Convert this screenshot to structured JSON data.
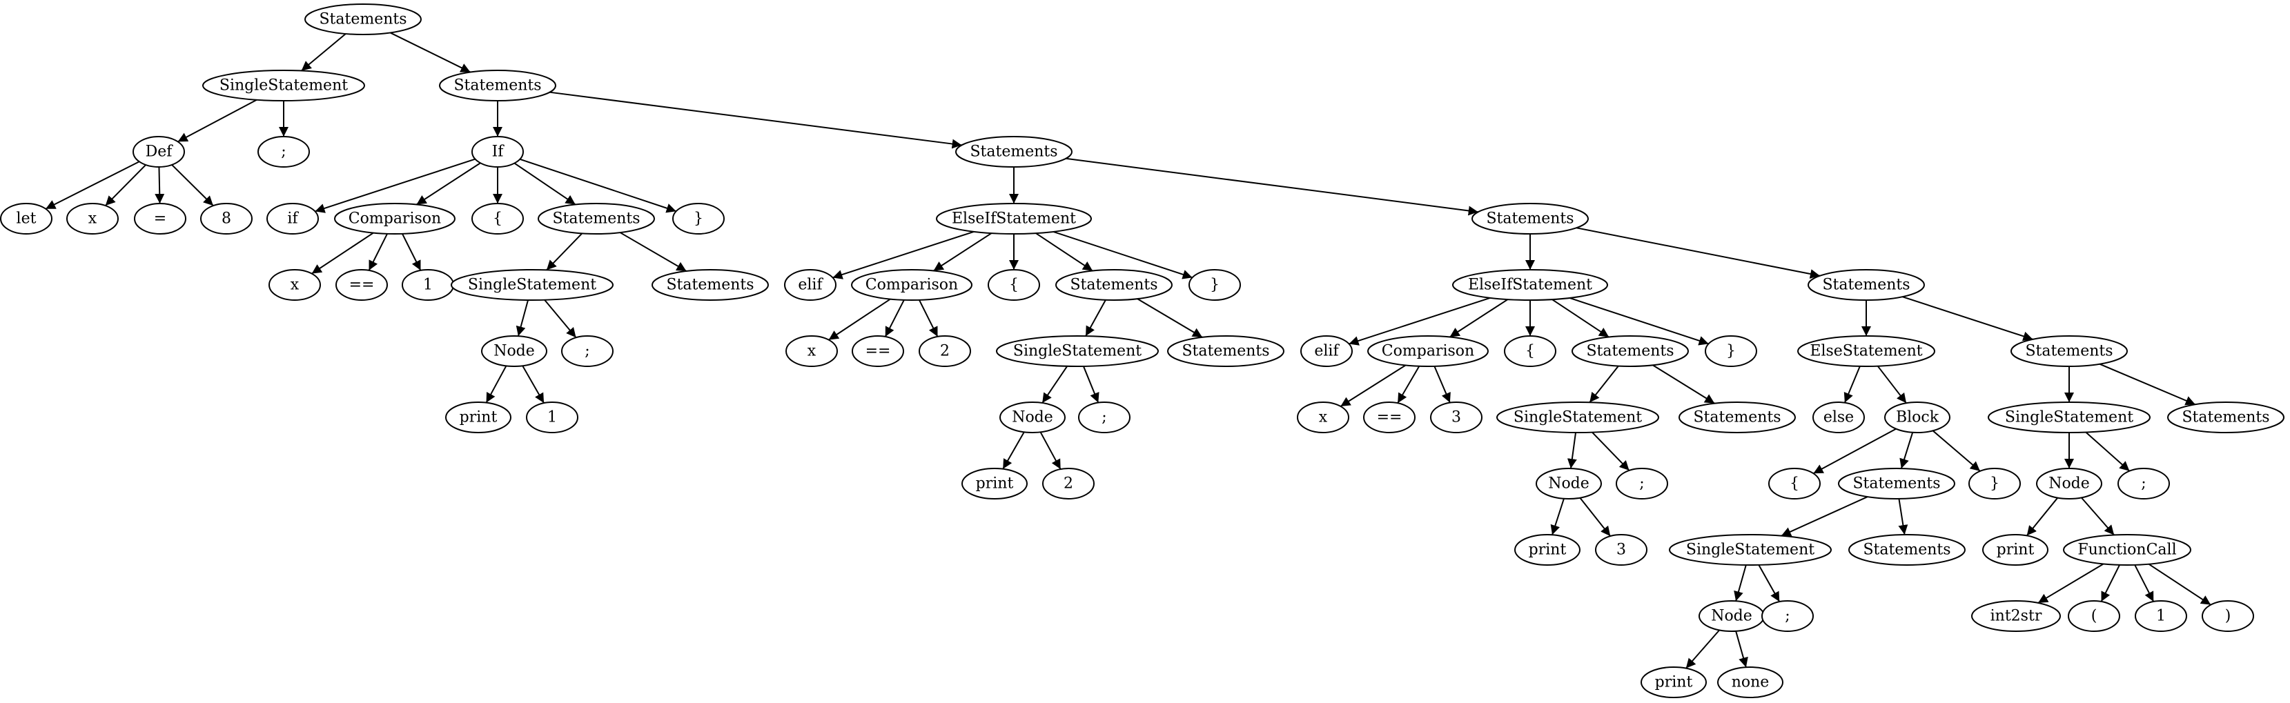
{
  "diagram": {
    "type": "parse-tree",
    "nodes": [
      {
        "id": "n1",
        "label": "Statements"
      },
      {
        "id": "n2",
        "label": "SingleStatement"
      },
      {
        "id": "n3",
        "label": "Statements"
      },
      {
        "id": "n4",
        "label": "Def"
      },
      {
        "id": "n5",
        "label": ";"
      },
      {
        "id": "n6",
        "label": "let"
      },
      {
        "id": "n7",
        "label": "x"
      },
      {
        "id": "n8",
        "label": "="
      },
      {
        "id": "n9",
        "label": "8"
      },
      {
        "id": "n10",
        "label": "If"
      },
      {
        "id": "n11",
        "label": "Statements"
      },
      {
        "id": "n12",
        "label": "if"
      },
      {
        "id": "n13",
        "label": "Comparison"
      },
      {
        "id": "n14",
        "label": "{"
      },
      {
        "id": "n15",
        "label": "Statements"
      },
      {
        "id": "n16",
        "label": "}"
      },
      {
        "id": "n17",
        "label": "x"
      },
      {
        "id": "n18",
        "label": "=="
      },
      {
        "id": "n19",
        "label": "1"
      },
      {
        "id": "n20",
        "label": "SingleStatement"
      },
      {
        "id": "n21",
        "label": "Statements"
      },
      {
        "id": "n22",
        "label": "Node"
      },
      {
        "id": "n23",
        "label": ";"
      },
      {
        "id": "n24",
        "label": "print"
      },
      {
        "id": "n25",
        "label": "1"
      },
      {
        "id": "n26",
        "label": "ElseIfStatement"
      },
      {
        "id": "n27",
        "label": "Statements"
      },
      {
        "id": "n28",
        "label": "elif"
      },
      {
        "id": "n29",
        "label": "Comparison"
      },
      {
        "id": "n30",
        "label": "{"
      },
      {
        "id": "n31",
        "label": "Statements"
      },
      {
        "id": "n32",
        "label": "}"
      },
      {
        "id": "n33",
        "label": "x"
      },
      {
        "id": "n34",
        "label": "=="
      },
      {
        "id": "n35",
        "label": "2"
      },
      {
        "id": "n36",
        "label": "SingleStatement"
      },
      {
        "id": "n37",
        "label": "Statements"
      },
      {
        "id": "n38",
        "label": "Node"
      },
      {
        "id": "n39",
        "label": ";"
      },
      {
        "id": "n40",
        "label": "print"
      },
      {
        "id": "n41",
        "label": "2"
      },
      {
        "id": "n42",
        "label": "ElseIfStatement"
      },
      {
        "id": "n43",
        "label": "Statements"
      },
      {
        "id": "n44",
        "label": "elif"
      },
      {
        "id": "n45",
        "label": "Comparison"
      },
      {
        "id": "n46",
        "label": "{"
      },
      {
        "id": "n47",
        "label": "Statements"
      },
      {
        "id": "n48",
        "label": "}"
      },
      {
        "id": "n49",
        "label": "x"
      },
      {
        "id": "n50",
        "label": "=="
      },
      {
        "id": "n51",
        "label": "3"
      },
      {
        "id": "n52",
        "label": "SingleStatement"
      },
      {
        "id": "n53",
        "label": "Statements"
      },
      {
        "id": "n54",
        "label": "Node"
      },
      {
        "id": "n55",
        "label": ";"
      },
      {
        "id": "n56",
        "label": "print"
      },
      {
        "id": "n57",
        "label": "3"
      },
      {
        "id": "n58",
        "label": "ElseStatement"
      },
      {
        "id": "n59",
        "label": "Statements"
      },
      {
        "id": "n60",
        "label": "else"
      },
      {
        "id": "n61",
        "label": "Block"
      },
      {
        "id": "n62",
        "label": "{"
      },
      {
        "id": "n63",
        "label": "Statements"
      },
      {
        "id": "n64",
        "label": "}"
      },
      {
        "id": "n65",
        "label": "SingleStatement"
      },
      {
        "id": "n66",
        "label": "Statements"
      },
      {
        "id": "n67",
        "label": "Node"
      },
      {
        "id": "n68",
        "label": ";"
      },
      {
        "id": "n69",
        "label": "print"
      },
      {
        "id": "n70",
        "label": "none"
      },
      {
        "id": "n71",
        "label": "SingleStatement"
      },
      {
        "id": "n72",
        "label": "Statements"
      },
      {
        "id": "n73",
        "label": "Node"
      },
      {
        "id": "n74",
        "label": ";"
      },
      {
        "id": "n75",
        "label": "print"
      },
      {
        "id": "n76",
        "label": "FunctionCall"
      },
      {
        "id": "n77",
        "label": "int2str"
      },
      {
        "id": "n78",
        "label": "("
      },
      {
        "id": "n79",
        "label": "1"
      },
      {
        "id": "n80",
        "label": ")"
      }
    ],
    "edges": [
      [
        "n1",
        "n2"
      ],
      [
        "n1",
        "n3"
      ],
      [
        "n2",
        "n4"
      ],
      [
        "n2",
        "n5"
      ],
      [
        "n4",
        "n6"
      ],
      [
        "n4",
        "n7"
      ],
      [
        "n4",
        "n8"
      ],
      [
        "n4",
        "n9"
      ],
      [
        "n3",
        "n10"
      ],
      [
        "n3",
        "n11"
      ],
      [
        "n10",
        "n12"
      ],
      [
        "n10",
        "n13"
      ],
      [
        "n10",
        "n14"
      ],
      [
        "n10",
        "n15"
      ],
      [
        "n10",
        "n16"
      ],
      [
        "n13",
        "n17"
      ],
      [
        "n13",
        "n18"
      ],
      [
        "n13",
        "n19"
      ],
      [
        "n15",
        "n20"
      ],
      [
        "n15",
        "n21"
      ],
      [
        "n20",
        "n22"
      ],
      [
        "n20",
        "n23"
      ],
      [
        "n22",
        "n24"
      ],
      [
        "n22",
        "n25"
      ],
      [
        "n11",
        "n26"
      ],
      [
        "n11",
        "n27"
      ],
      [
        "n26",
        "n28"
      ],
      [
        "n26",
        "n29"
      ],
      [
        "n26",
        "n30"
      ],
      [
        "n26",
        "n31"
      ],
      [
        "n26",
        "n32"
      ],
      [
        "n29",
        "n33"
      ],
      [
        "n29",
        "n34"
      ],
      [
        "n29",
        "n35"
      ],
      [
        "n31",
        "n36"
      ],
      [
        "n31",
        "n37"
      ],
      [
        "n36",
        "n38"
      ],
      [
        "n36",
        "n39"
      ],
      [
        "n38",
        "n40"
      ],
      [
        "n38",
        "n41"
      ],
      [
        "n27",
        "n42"
      ],
      [
        "n27",
        "n43"
      ],
      [
        "n42",
        "n44"
      ],
      [
        "n42",
        "n45"
      ],
      [
        "n42",
        "n46"
      ],
      [
        "n42",
        "n47"
      ],
      [
        "n42",
        "n48"
      ],
      [
        "n45",
        "n49"
      ],
      [
        "n45",
        "n50"
      ],
      [
        "n45",
        "n51"
      ],
      [
        "n47",
        "n52"
      ],
      [
        "n47",
        "n53"
      ],
      [
        "n52",
        "n54"
      ],
      [
        "n52",
        "n55"
      ],
      [
        "n54",
        "n56"
      ],
      [
        "n54",
        "n57"
      ],
      [
        "n43",
        "n58"
      ],
      [
        "n43",
        "n59"
      ],
      [
        "n58",
        "n60"
      ],
      [
        "n58",
        "n61"
      ],
      [
        "n61",
        "n62"
      ],
      [
        "n61",
        "n63"
      ],
      [
        "n61",
        "n64"
      ],
      [
        "n63",
        "n65"
      ],
      [
        "n63",
        "n66"
      ],
      [
        "n65",
        "n67"
      ],
      [
        "n65",
        "n68"
      ],
      [
        "n67",
        "n69"
      ],
      [
        "n67",
        "n70"
      ],
      [
        "n59",
        "n71"
      ],
      [
        "n59",
        "n72"
      ],
      [
        "n71",
        "n73"
      ],
      [
        "n71",
        "n74"
      ],
      [
        "n73",
        "n75"
      ],
      [
        "n73",
        "n76"
      ],
      [
        "n76",
        "n77"
      ],
      [
        "n76",
        "n78"
      ],
      [
        "n76",
        "n79"
      ],
      [
        "n76",
        "n80"
      ]
    ]
  }
}
